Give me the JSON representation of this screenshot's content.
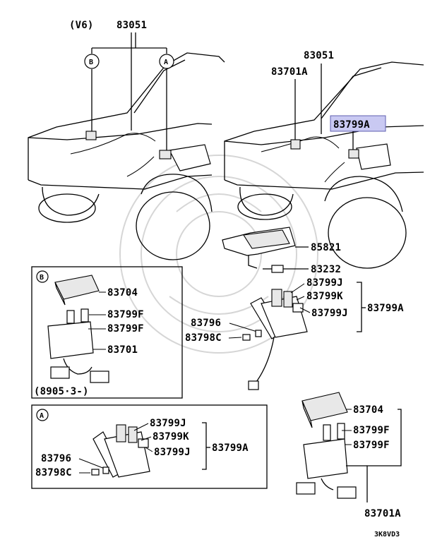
{
  "top": {
    "v6_label": "(V6)",
    "left_callout": "83051",
    "callout_b": "B",
    "callout_a": "A",
    "right_callout": "83051",
    "sensor_callout": "83701A",
    "highlight_callout": "83799A"
  },
  "mid": {
    "bracket": "85821",
    "bolt": "83232",
    "j": "83799J",
    "k": "83799K",
    "j2": "83799J",
    "group": "83799A",
    "r96": "83796",
    "r98c": "83798C"
  },
  "box_b": {
    "tag": "B",
    "cover": "83704",
    "f1": "83799F",
    "f2": "83799F",
    "unit": "83701",
    "date": "(8905·3-)"
  },
  "box_a": {
    "tag": "A",
    "j": "83799J",
    "k": "83799K",
    "j2": "83799J",
    "group": "83799A",
    "r96": "83796",
    "r98c": "83798C"
  },
  "bottom_right": {
    "cover": "83704",
    "f1": "83799F",
    "f2": "83799F",
    "unit": "83701A"
  },
  "diagram_code": "3K8VD3",
  "colors": {
    "highlight": "#c9c9f2",
    "line": "#000000"
  }
}
